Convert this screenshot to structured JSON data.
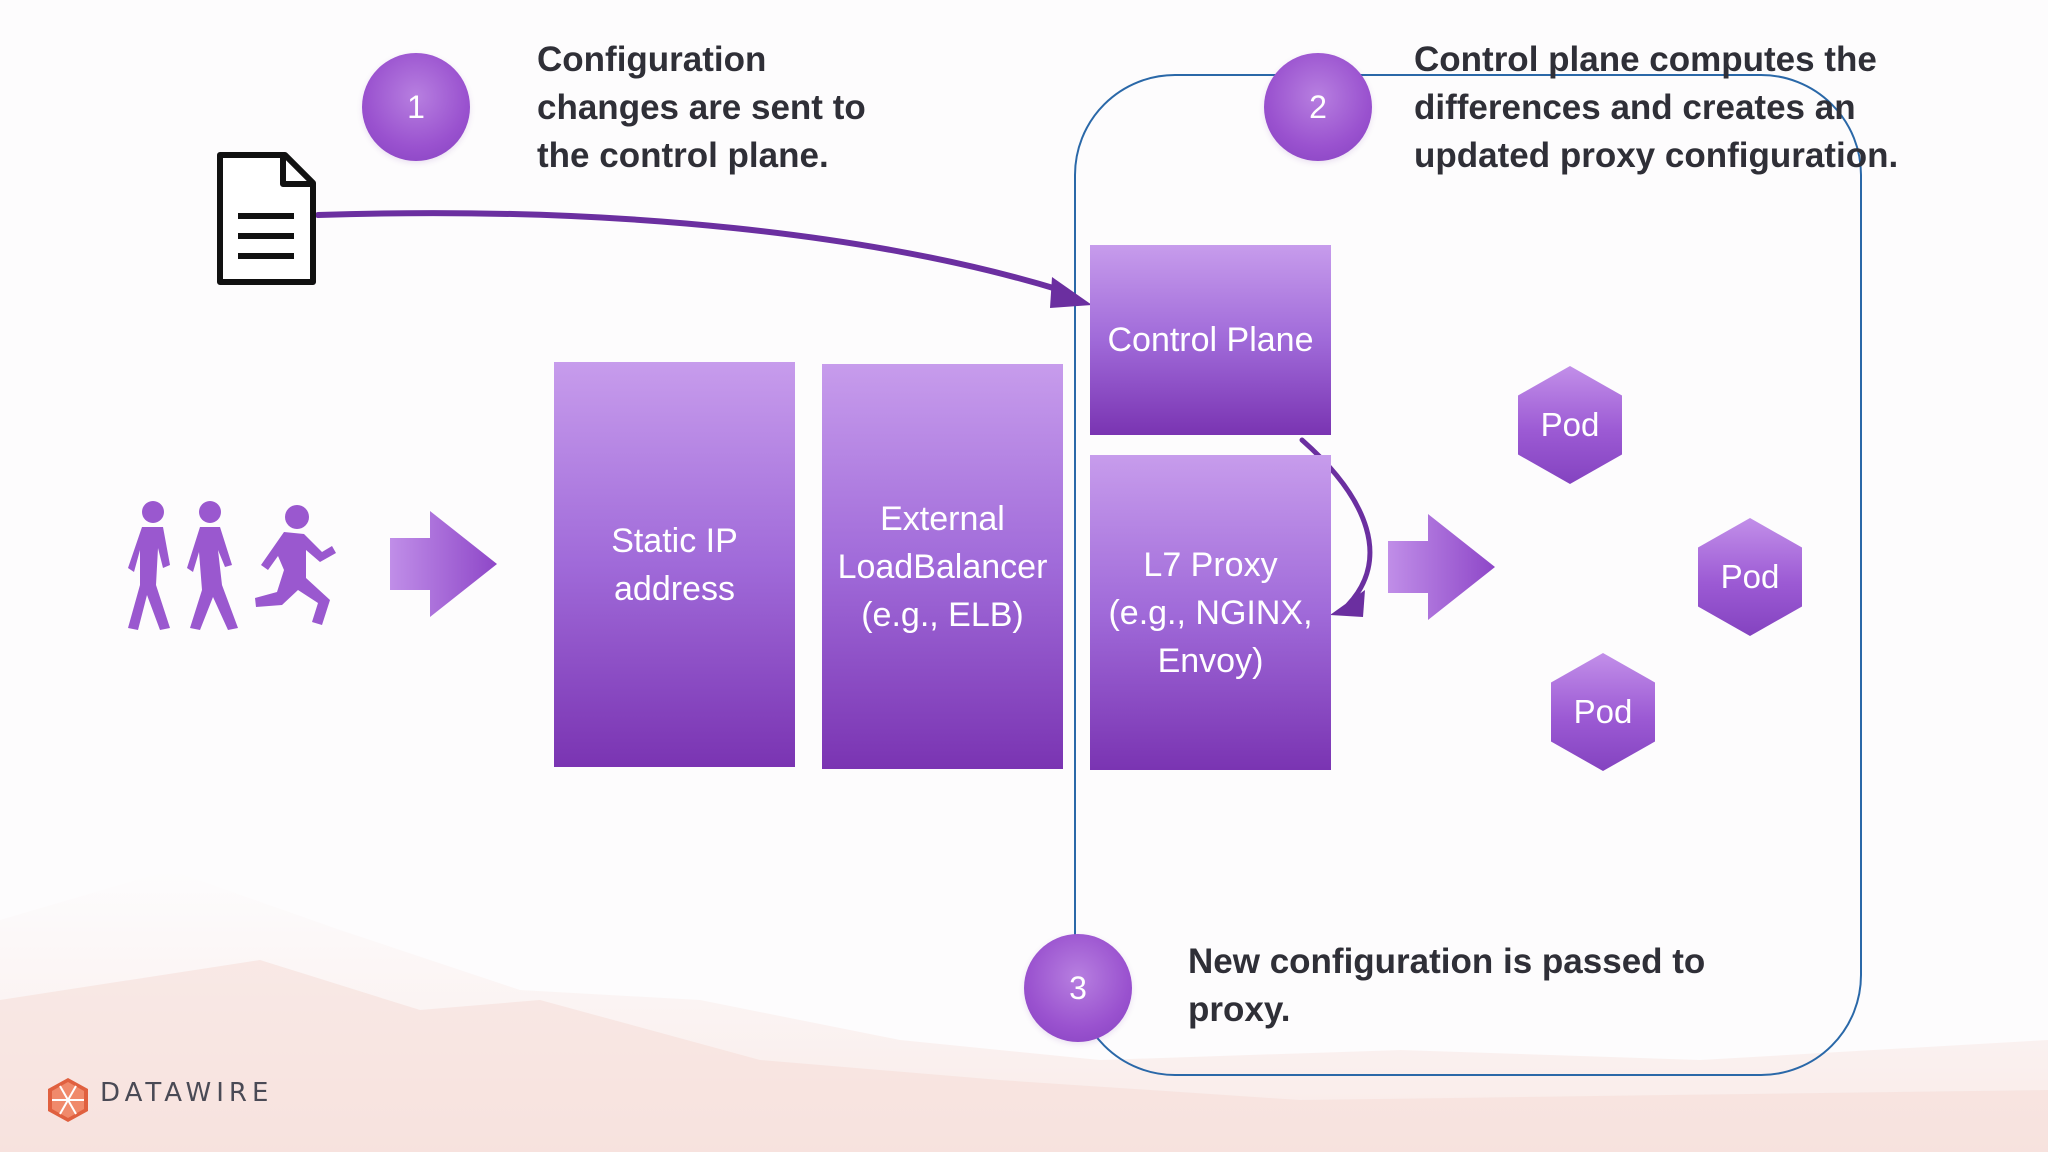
{
  "steps": [
    {
      "number": "1",
      "text": "Configuration\nchanges are sent to\nthe control plane."
    },
    {
      "number": "2",
      "text": "Control plane computes the\ndifferences and creates an\nupdated proxy configuration."
    },
    {
      "number": "3",
      "text": "New configuration is passed to\nproxy."
    }
  ],
  "boxes": {
    "static_ip": "Static IP\naddress",
    "load_balancer": "External\nLoadBalancer\n(e.g., ELB)",
    "control_plane": "Control Plane",
    "proxy": "L7 Proxy\n(e.g., NGINX,\nEnvoy)"
  },
  "pods": [
    "Pod",
    "Pod",
    "Pod"
  ],
  "logo": {
    "text": "DATAWIRE",
    "color": "#e0603f"
  },
  "colors": {
    "accent": "#9a52cf",
    "boundary": "#2a68a8",
    "arrow": "#6b2fa0"
  },
  "icons": [
    "document-icon",
    "people-walking-icon",
    "right-arrow-icon",
    "datawire-logo-icon"
  ]
}
